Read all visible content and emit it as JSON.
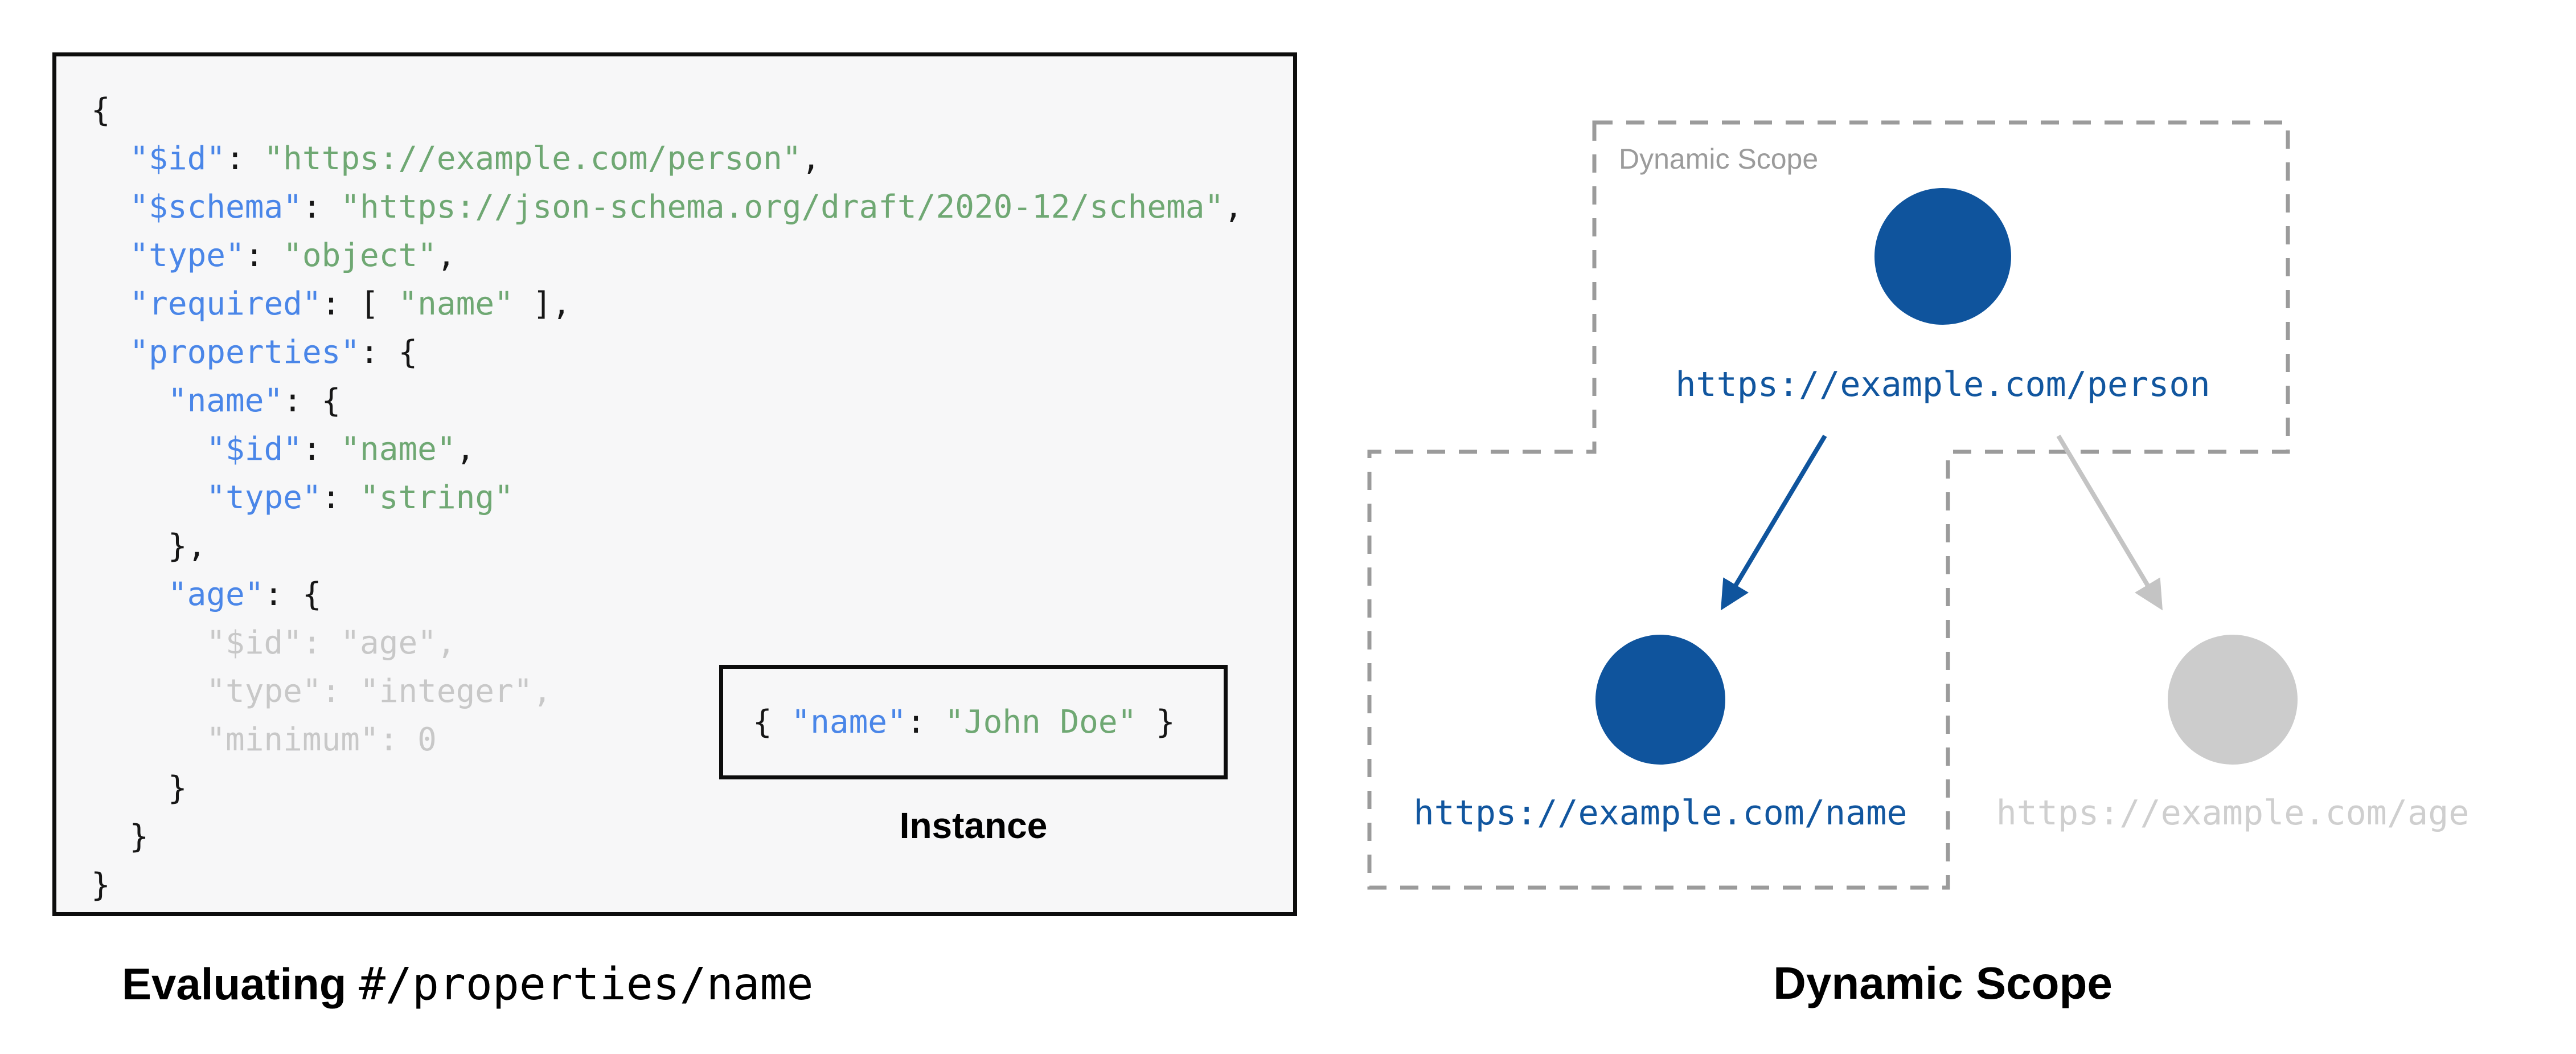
{
  "left_panel": {
    "code_lines": [
      [
        {
          "t": "{",
          "c": "k"
        }
      ],
      [
        {
          "t": "  ",
          "c": "k"
        },
        {
          "t": "\"$id\"",
          "c": "b"
        },
        {
          "t": ": ",
          "c": "k"
        },
        {
          "t": "\"https://example.com/person\"",
          "c": "g"
        },
        {
          "t": ",",
          "c": "k"
        }
      ],
      [
        {
          "t": "  ",
          "c": "k"
        },
        {
          "t": "\"$schema\"",
          "c": "b"
        },
        {
          "t": ": ",
          "c": "k"
        },
        {
          "t": "\"https://json-schema.org/draft/2020-12/schema\"",
          "c": "g"
        },
        {
          "t": ",",
          "c": "k"
        }
      ],
      [
        {
          "t": "  ",
          "c": "k"
        },
        {
          "t": "\"type\"",
          "c": "b"
        },
        {
          "t": ": ",
          "c": "k"
        },
        {
          "t": "\"object\"",
          "c": "g"
        },
        {
          "t": ",",
          "c": "k"
        }
      ],
      [
        {
          "t": "  ",
          "c": "k"
        },
        {
          "t": "\"required\"",
          "c": "b"
        },
        {
          "t": ": [ ",
          "c": "k"
        },
        {
          "t": "\"name\"",
          "c": "g"
        },
        {
          "t": " ],",
          "c": "k"
        }
      ],
      [
        {
          "t": "  ",
          "c": "k"
        },
        {
          "t": "\"properties\"",
          "c": "b"
        },
        {
          "t": ": {",
          "c": "k"
        }
      ],
      [
        {
          "t": "    ",
          "c": "k"
        },
        {
          "t": "\"name\"",
          "c": "b"
        },
        {
          "t": ": {",
          "c": "k"
        }
      ],
      [
        {
          "t": "      ",
          "c": "k"
        },
        {
          "t": "\"$id\"",
          "c": "b"
        },
        {
          "t": ": ",
          "c": "k"
        },
        {
          "t": "\"name\"",
          "c": "g"
        },
        {
          "t": ",",
          "c": "k"
        }
      ],
      [
        {
          "t": "      ",
          "c": "k"
        },
        {
          "t": "\"type\"",
          "c": "b"
        },
        {
          "t": ": ",
          "c": "k"
        },
        {
          "t": "\"string\"",
          "c": "g"
        }
      ],
      [
        {
          "t": "    },",
          "c": "k"
        }
      ],
      [
        {
          "t": "    ",
          "c": "k"
        },
        {
          "t": "\"age\"",
          "c": "b"
        },
        {
          "t": ": {",
          "c": "k"
        }
      ],
      [
        {
          "t": "      \"$id\": \"age\",",
          "c": "d"
        }
      ],
      [
        {
          "t": "      \"type\": \"integer\",",
          "c": "d"
        }
      ],
      [
        {
          "t": "      \"minimum\": 0",
          "c": "d"
        }
      ],
      [
        {
          "t": "    }",
          "c": "k"
        }
      ],
      [
        {
          "t": "  }",
          "c": "k"
        }
      ],
      [
        {
          "t": "}",
          "c": "k"
        }
      ]
    ],
    "instance_line": [
      {
        "t": "{ ",
        "c": "k"
      },
      {
        "t": "\"name\"",
        "c": "b"
      },
      {
        "t": ": ",
        "c": "k"
      },
      {
        "t": "\"John Doe\"",
        "c": "g"
      },
      {
        "t": " }",
        "c": "k"
      }
    ],
    "instance_label": "Instance",
    "caption_bold": "Evaluating ",
    "caption_pointer": "#/properties/name"
  },
  "right_panel": {
    "scope_label": "Dynamic Scope",
    "caption": "Dynamic Scope",
    "nodes": [
      {
        "id": "person",
        "url": "https://example.com/person",
        "state": "in-scope"
      },
      {
        "id": "name",
        "url": "https://example.com/name",
        "state": "in-scope"
      },
      {
        "id": "age",
        "url": "https://example.com/age",
        "state": "out-of-scope"
      }
    ]
  },
  "colors": {
    "key_blue": "#4a86e8",
    "string_green": "#6fa873",
    "inactive_gray": "#c8c8c8",
    "node_blue": "#0f549d",
    "node_gray": "#cccccc",
    "url_blue": "#11569f",
    "url_gray": "#cfcfcf",
    "scope_dash_gray": "#9b9b9b",
    "code_bg": "#f7f7f8",
    "box_border": "#0d0d0d"
  }
}
